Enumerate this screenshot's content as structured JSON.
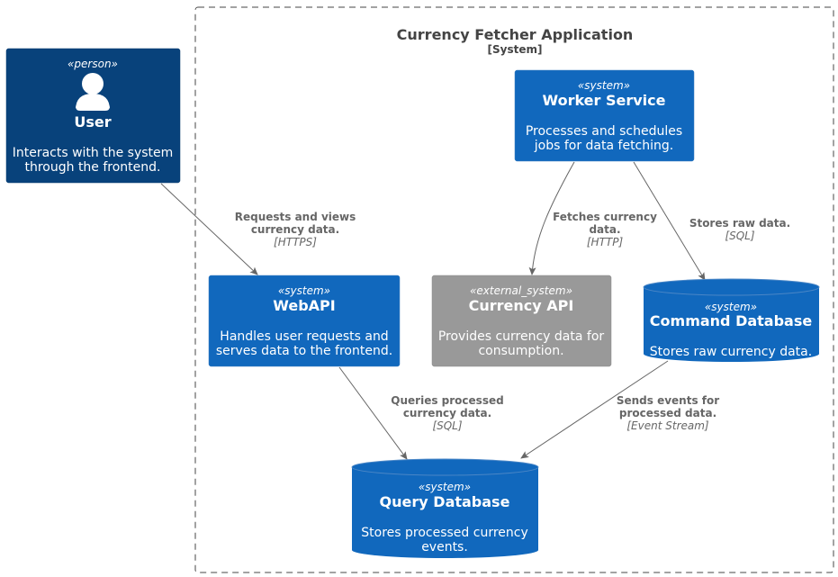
{
  "boundary": {
    "title": "Currency Fetcher Application",
    "type_label": "[System]"
  },
  "nodes": {
    "user": {
      "stereotype": "«person»",
      "title": "User",
      "desc": [
        "Interacts with the system",
        "through the frontend."
      ],
      "icon": "person-icon"
    },
    "worker": {
      "stereotype": "«system»",
      "title": "Worker Service",
      "desc": [
        "Processes and schedules",
        "jobs for data fetching."
      ]
    },
    "webapi": {
      "stereotype": "«system»",
      "title": "WebAPI",
      "desc": [
        "Handles user requests and",
        "serves data to the frontend."
      ]
    },
    "currency_api": {
      "stereotype": "«external_system»",
      "title": "Currency API",
      "desc": [
        "Provides currency data for",
        "consumption."
      ]
    },
    "command_db": {
      "stereotype": "«system»",
      "title": "Command Database",
      "desc": [
        "Stores raw currency data."
      ]
    },
    "query_db": {
      "stereotype": "«system»",
      "title": "Query Database",
      "desc": [
        "Stores processed currency",
        "events."
      ]
    }
  },
  "relations": {
    "user_webapi": {
      "label": [
        "Requests and views",
        "currency data."
      ],
      "tech": "[HTTPS]"
    },
    "worker_currency": {
      "label": [
        "Fetches currency",
        "data."
      ],
      "tech": "[HTTP]"
    },
    "worker_command": {
      "label": [
        "Stores raw data."
      ],
      "tech": "[SQL]"
    },
    "webapi_query": {
      "label": [
        "Queries processed",
        "currency data."
      ],
      "tech": "[SQL]"
    },
    "command_query": {
      "label": [
        "Sends events for",
        "processed data."
      ],
      "tech": "[Event Stream]"
    }
  },
  "colors": {
    "person": "#08427B",
    "system": "#1168BD",
    "external": "#999999",
    "arrow": "#666666",
    "boundary": "#444444"
  }
}
